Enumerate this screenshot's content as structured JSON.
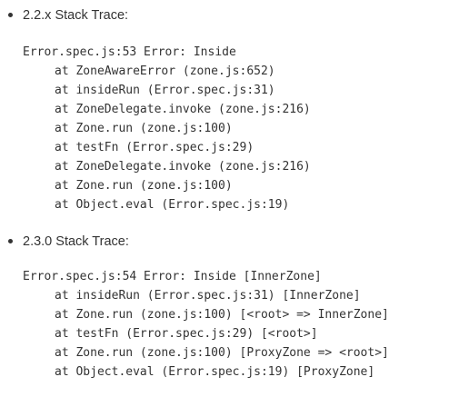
{
  "sections": [
    {
      "heading": "2.2.x Stack Trace:",
      "lines": [
        "Error.spec.js:53 Error: Inside",
        "at ZoneAwareError (zone.js:652)",
        "at insideRun (Error.spec.js:31)",
        "at ZoneDelegate.invoke (zone.js:216)",
        "at Zone.run (zone.js:100)",
        "at testFn (Error.spec.js:29)",
        "at ZoneDelegate.invoke (zone.js:216)",
        "at Zone.run (zone.js:100)",
        "at Object.eval (Error.spec.js:19)"
      ]
    },
    {
      "heading": "2.3.0 Stack Trace:",
      "lines": [
        "Error.spec.js:54 Error: Inside [InnerZone]",
        "at insideRun (Error.spec.js:31) [InnerZone]",
        "at Zone.run (zone.js:100) [<root> => InnerZone]",
        "at testFn (Error.spec.js:29) [<root>]",
        "at Zone.run (zone.js:100) [ProxyZone => <root>]",
        "at Object.eval (Error.spec.js:19) [ProxyZone]"
      ]
    }
  ]
}
